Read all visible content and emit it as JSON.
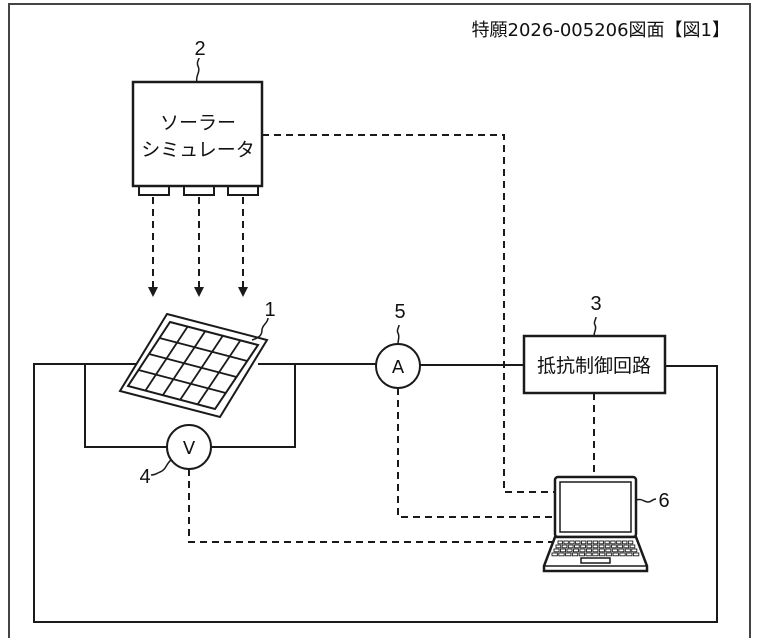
{
  "header": {
    "title": "特願2026-005206図面【図1】"
  },
  "components": {
    "solar_simulator": {
      "ref": "2",
      "label_line1": "ソーラー",
      "label_line2": "シミュレータ"
    },
    "solar_panel": {
      "ref": "1",
      "grid_cols": 5,
      "grid_rows": 4
    },
    "resistance_control_circuit": {
      "ref": "3",
      "label": "抵抗制御回路"
    },
    "voltmeter": {
      "ref": "4",
      "symbol": "V"
    },
    "ammeter": {
      "ref": "5",
      "symbol": "A"
    },
    "computer": {
      "ref": "6",
      "icon": "laptop-icon"
    }
  },
  "colors": {
    "line": "#1a1a1a",
    "background": "#ffffff",
    "frame": "#444444"
  }
}
